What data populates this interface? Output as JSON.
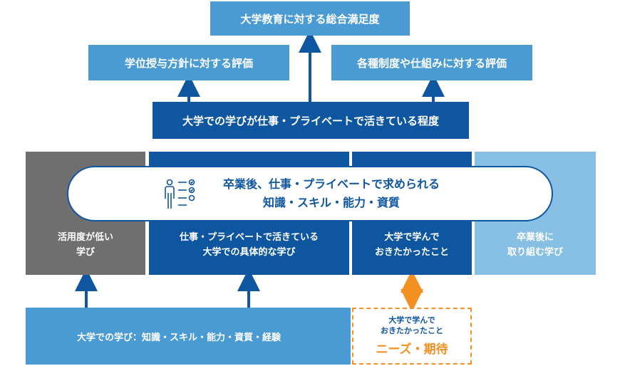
{
  "top": {
    "label": "大学教育に対する総合満足度"
  },
  "upper": {
    "left": {
      "label": "学位授与方針に対する評価"
    },
    "right": {
      "label": "各種制度や仕組みに対する評価"
    }
  },
  "middle": {
    "label": "大学での学びが仕事・プライベートで活きている程度"
  },
  "pill": {
    "line1": "卒業後、仕事・プライベートで求められる",
    "line2": "知識・スキル・能力・資質"
  },
  "columns": [
    {
      "label": "活用度が低い\n学び"
    },
    {
      "label": "仕事・プライベートで活きている\n大学での具体的な学び"
    },
    {
      "label": "大学で学んで\nおきたかったこと"
    },
    {
      "label": "卒業後に\n取り組む学び"
    }
  ],
  "bottom": {
    "label": "大学での学び：知識・スキル・能力・資質・経験"
  },
  "needs": {
    "line1": "大学で学んで",
    "line2": "おきたかったこと",
    "title": "ニーズ・期待"
  },
  "colors": {
    "light_blue": "#4a9bd4",
    "dark_blue": "#0e56a0",
    "grey": "#6f6f6f",
    "pale_blue": "#86bfe3",
    "orange": "#f39022"
  },
  "icons": {
    "pill": "checklist-person-icon"
  }
}
